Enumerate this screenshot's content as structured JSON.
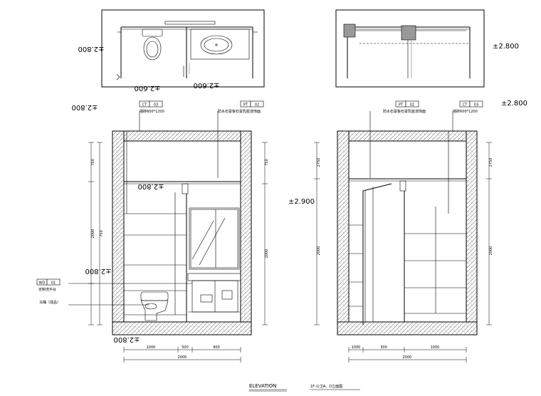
{
  "levels": {
    "plan_right_level": "±2.800",
    "elev_right_level": "±2.800",
    "elev_b_left_level": "±2.900",
    "flipped_levels": [
      "±2.800",
      "±2.600",
      "±2.600",
      "±2.800",
      "±2.800",
      "±2.800",
      "±2.800"
    ]
  },
  "tags": {
    "ct_a": {
      "code": "CT",
      "num": "03",
      "text": "墙砖600*1200"
    },
    "pt_a": {
      "code": "PT",
      "num": "02",
      "text": "防水石膏板石膏乳胶漆饰面"
    },
    "pt_b": {
      "code": "PT",
      "num": "02",
      "text": "防水石膏板石膏乳胶漆饰面"
    },
    "ct_b": {
      "code": "CT",
      "num": "03",
      "text": "墙砖600*1200"
    },
    "wd": {
      "code": "WD",
      "num": "01",
      "text": "定制洗手台"
    },
    "toilet": {
      "text": "马桶（成品）"
    }
  },
  "dimensions": {
    "elev_a_bottom": [
      "1000",
      "500",
      "900"
    ],
    "elev_a_total": "2000",
    "elev_b_bottom": [
      "1000",
      "300",
      "1000"
    ],
    "elev_b_total": "2000",
    "left_heights": [
      "750",
      "2000",
      "750"
    ],
    "right_heights": [
      "2750",
      "2000"
    ]
  },
  "footer": {
    "title": "ELEVATION",
    "subtitle": "1F-公卫A、D立面图"
  }
}
